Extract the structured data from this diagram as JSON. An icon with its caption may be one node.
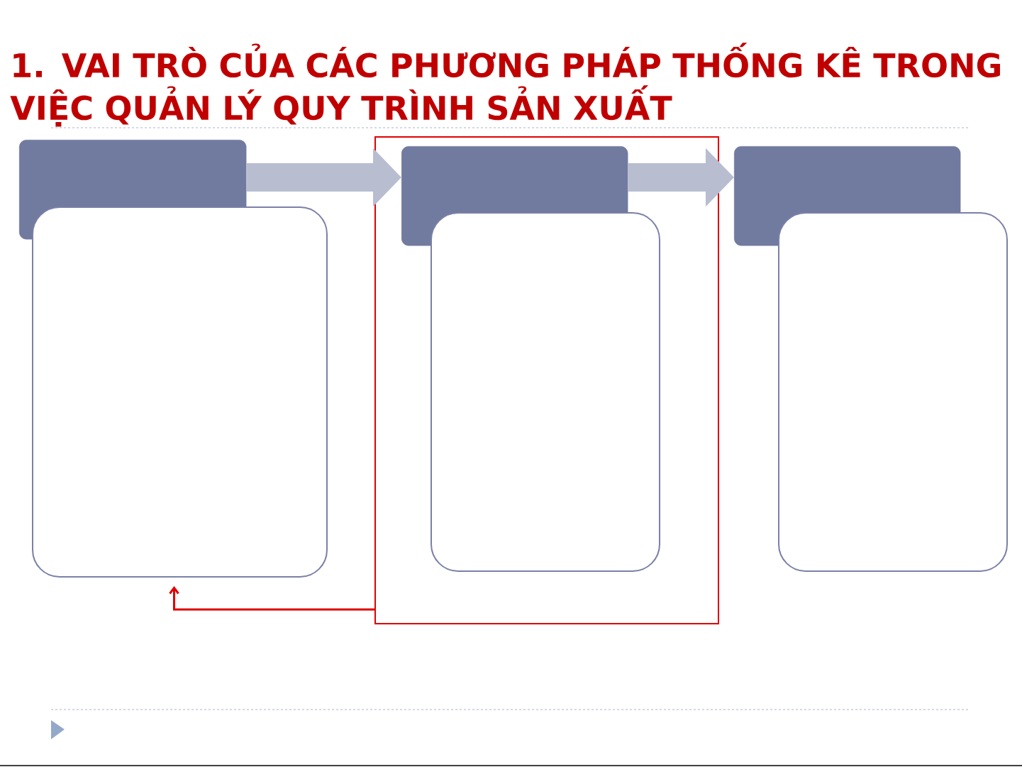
{
  "diagram": {
    "title": "1. VAI TRÒ CỦA CÁC PHƯƠNG PHÁP THỐNG KÊ TRONG VIỆC QUẢN LÝ QUY TRÌNH SẢN XUẤT",
    "nodes": [
      {
        "text": [],
        "shape": "box"
      },
      {
        "text": [],
        "shape": "box"
      },
      {
        "text": [],
        "shape": "box"
      },
      {
        "text": [],
        "shape": "box",
        "in": 2
      },
      {
        "text": [],
        "shape": "box",
        "in": 2
      },
      {
        "text": [],
        "shape": "box"
      },
      {
        "text": [],
        "shape": "box"
      }
    ],
    "edges": [
      {
        "from": 0,
        "to": 3,
        "arrow": "to"
      },
      {
        "from": 3,
        "to": 5,
        "arrow": "to"
      },
      {
        "from": 2,
        "to": 1,
        "arrow": "to",
        "color": "#e00000"
      }
    ]
  }
}
